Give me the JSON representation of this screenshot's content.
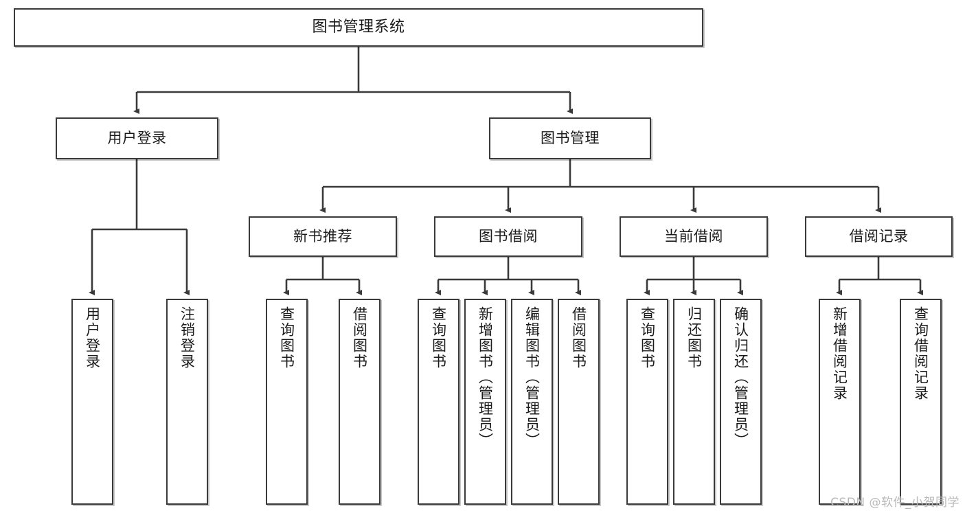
{
  "diagram": {
    "title": "图书管理系统",
    "type": "tree",
    "watermark": "CSDN @软件_小贺同学",
    "colors": {
      "stroke": "#3a3a3a",
      "fill": "#ffffff",
      "text": "#1b1b1b",
      "watermark": "#b9b9b9"
    },
    "nodes": {
      "root": {
        "label": "图书管理系统"
      },
      "level2": [
        {
          "id": "user-login",
          "label": "用户登录"
        },
        {
          "id": "book-manage",
          "label": "图书管理"
        }
      ],
      "level3": [
        {
          "id": "new-book-rec",
          "label": "新书推荐"
        },
        {
          "id": "book-borrow",
          "label": "图书借阅"
        },
        {
          "id": "current-borrow",
          "label": "当前借阅"
        },
        {
          "id": "borrow-record",
          "label": "借阅记录"
        }
      ],
      "leaves": {
        "user-login": [
          {
            "id": "leaf-user-login",
            "label": "用户登录"
          },
          {
            "id": "leaf-logout",
            "label": "注销登录"
          }
        ],
        "new-book-rec": [
          {
            "id": "leaf-query-book-1",
            "label": "查询图书"
          },
          {
            "id": "leaf-borrow-book-1",
            "label": "借阅图书"
          }
        ],
        "book-borrow": [
          {
            "id": "leaf-query-book-2",
            "label": "查询图书"
          },
          {
            "id": "leaf-add-book",
            "label": "新增图书（管理员）"
          },
          {
            "id": "leaf-edit-book",
            "label": "编辑图书（管理员）"
          },
          {
            "id": "leaf-borrow-book-2",
            "label": "借阅图书"
          }
        ],
        "current-borrow": [
          {
            "id": "leaf-query-book-3",
            "label": "查询图书"
          },
          {
            "id": "leaf-return-book",
            "label": "归还图书"
          },
          {
            "id": "leaf-confirm-return",
            "label": "确认归还（管理员）"
          }
        ],
        "borrow-record": [
          {
            "id": "leaf-add-record",
            "label": "新增借阅记录"
          },
          {
            "id": "leaf-query-record",
            "label": "查询借阅记录"
          }
        ]
      }
    }
  }
}
